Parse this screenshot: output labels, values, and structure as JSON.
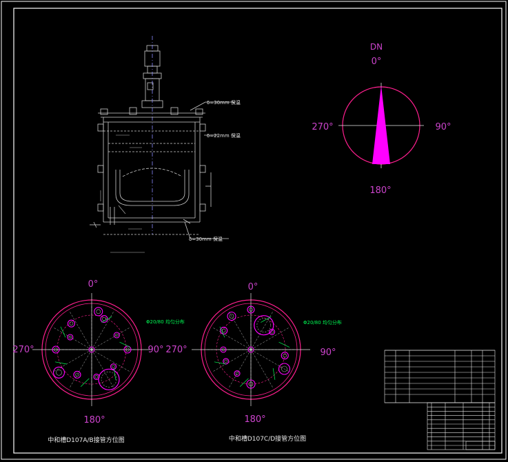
{
  "colors": {
    "background": "#000000",
    "frame": "#ffffff",
    "circle": "#ff1f8f",
    "marker": "#ff00ff",
    "label_magenta": "#cc44cc",
    "label_white": "#e8e8e8",
    "dimension": "#00ff55",
    "axis": "#e8e8e8",
    "hatch": "#aaaaaa"
  },
  "compass": {
    "title": "DN",
    "north": "0°",
    "east": "90°",
    "south": "180°",
    "west": "270°"
  },
  "plan_left": {
    "top": "0°",
    "right": "90°",
    "bottom": "180°",
    "left": "270°",
    "callout": "Φ20/80 均匀分布",
    "caption": "中和槽D107A/B接管方位图"
  },
  "plan_right": {
    "top": "0°",
    "right": "90°",
    "bottom": "180°",
    "left": "270°",
    "callout": "Φ20/80 均匀分布",
    "caption": "中和槽D107C/D接管方位图"
  },
  "vessel": {
    "note_top": "δ=30mm 保温",
    "note_mid": "δ=22mm 保温",
    "note_bottom": "δ=30mm 保温"
  }
}
